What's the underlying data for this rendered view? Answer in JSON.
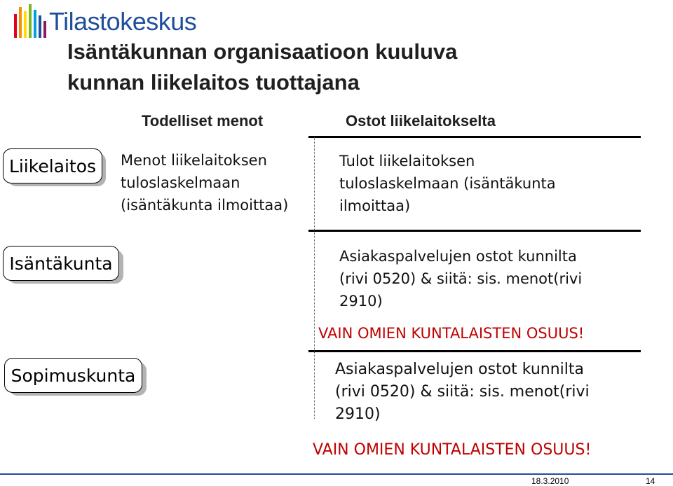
{
  "logo": {
    "text": "Tilastokeskus",
    "colors": [
      "#e2001a",
      "#f39200",
      "#ffdd00",
      "#7ab51d",
      "#009fe3",
      "#1f4e9c",
      "#8a1b61"
    ]
  },
  "title_line1": "Isäntäkunnan organisaatioon kuuluva",
  "title_line2": "kunnan liikelaitos tuottajana",
  "columns": {
    "left": "Todelliset menot",
    "right": "Ostot liikelaitokselta"
  },
  "rows": {
    "liikelaitos": {
      "label": "Liikelaitos",
      "left_text": [
        "Menot liikelaitoksen",
        "tuloslaskelmaan",
        "(isäntäkunta ilmoittaa)"
      ],
      "right_text": [
        "Tulot liikelaitoksen",
        "tuloslaskelmaan (isäntäkunta",
        "ilmoittaa)"
      ]
    },
    "isantakunta": {
      "label": "Isäntäkunta",
      "right_text": [
        "Asiakaspalvelujen ostot kunnilta",
        "(rivi 0520) & siitä: sis. menot(rivi",
        "2910)"
      ],
      "note": "VAIN OMIEN KUNTALAISTEN OSUUS!"
    },
    "sopimuskunta": {
      "label": "Sopimuskunta",
      "right_text": [
        "Asiakaspalvelujen ostot kunnilta",
        "(rivi 0520) & siitä: sis. menot(rivi",
        "2910)"
      ],
      "note": "VAIN OMIEN KUNTALAISTEN OSUUS!"
    }
  },
  "footer": {
    "date": "18.3.2010",
    "page": "14"
  },
  "colors": {
    "note": "#c00000",
    "logo_text": "#1f4e9c"
  }
}
